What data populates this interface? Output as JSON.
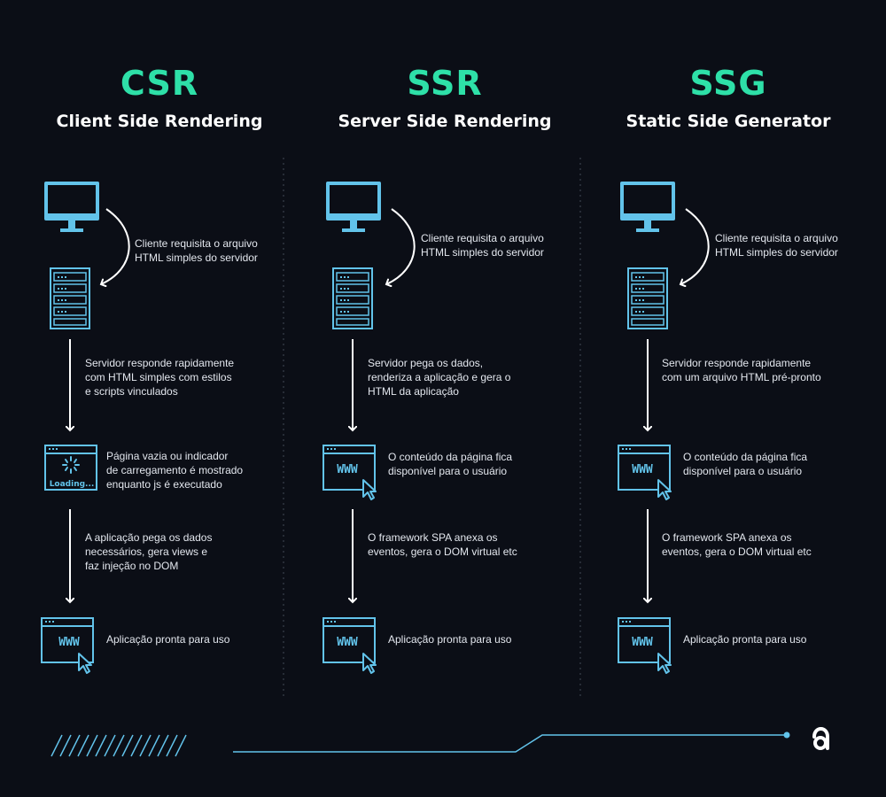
{
  "columns": [
    {
      "acronym": "CSR",
      "subtitle": "Client Side Rendering",
      "step1": "Cliente requisita o arquivo\nHTML simples do servidor",
      "step2": "Servidor responde rapidamente\ncom HTML simples com estilos\ne scripts vinculados",
      "step3": "Página vazia ou indicador\nde carregamento é mostrado\nenquanto js é executado",
      "step3_icon_label": "Loading...",
      "step4": "A aplicação pega os dados\nnecessários, gera views e\nfaz injeção no DOM",
      "step5": "Aplicação pronta para uso",
      "step5_icon_label": "WWW"
    },
    {
      "acronym": "SSR",
      "subtitle": "Server Side Rendering",
      "step1": "Cliente requisita o arquivo\nHTML simples do servidor",
      "step2": "Servidor pega os dados,\nrenderiza a aplicação e gera o\nHTML da aplicação",
      "step3": "O conteúdo da página fica\ndisponível para o usuário",
      "step3_icon_label": "WWW",
      "step4": "O framework SPA anexa os\neventos, gera o DOM virtual etc",
      "step5": "Aplicação pronta para uso",
      "step5_icon_label": "WWW"
    },
    {
      "acronym": "SSG",
      "subtitle": "Static Side Generator",
      "step1": "Cliente requisita o arquivo\nHTML simples do servidor",
      "step2": "Servidor responde rapidamente\ncom um arquivo HTML pré-pronto",
      "step3": "O conteúdo da página fica\ndisponível para o usuário",
      "step3_icon_label": "WWW",
      "step4": "O framework SPA anexa os\neventos, gera o DOM virtual etc",
      "step5": "Aplicação pronta para uso",
      "step5_icon_label": "WWW"
    }
  ],
  "colors": {
    "background": "#0b0e16",
    "accent": "#2ee0a8",
    "icon": "#62c3ea",
    "divider": "#3a404c"
  },
  "icons": [
    "monitor-icon",
    "server-icon",
    "loading-browser-icon",
    "browser-www-icon",
    "cursor-icon",
    "curved-arrow-icon",
    "down-arrow-icon",
    "brand-logo-icon"
  ]
}
